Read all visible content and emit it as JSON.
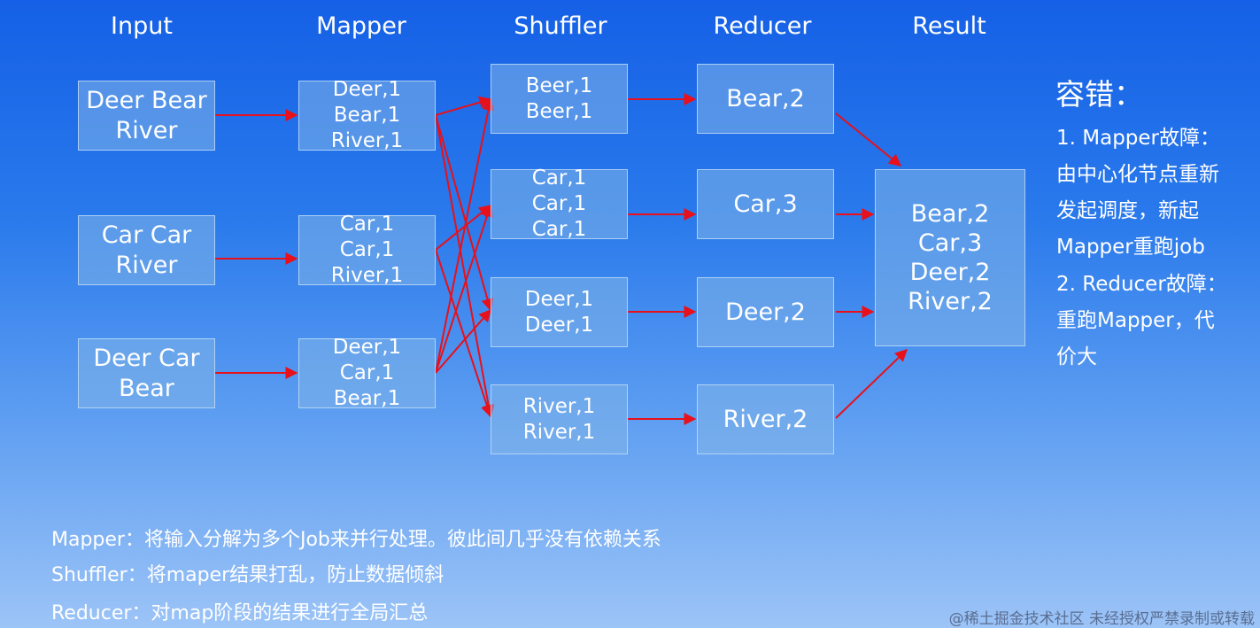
{
  "columns": {
    "input": "Input",
    "mapper": "Mapper",
    "shuffler": "Shuffler",
    "reducer": "Reducer",
    "result": "Result"
  },
  "inputs": [
    [
      "Deer Bear",
      "River"
    ],
    [
      "Car Car",
      "River"
    ],
    [
      "Deer Car",
      "Bear"
    ]
  ],
  "mappers": [
    [
      "Deer,1",
      "Bear,1",
      "River,1"
    ],
    [
      "Car,1",
      "Car,1",
      "River,1"
    ],
    [
      "Deer,1",
      "Car,1",
      "Bear,1"
    ]
  ],
  "shufflers": [
    [
      "Beer,1",
      "Beer,1"
    ],
    [
      "Car,1",
      "Car,1",
      "Car,1"
    ],
    [
      "Deer,1",
      "Deer,1"
    ],
    [
      "River,1",
      "River,1"
    ]
  ],
  "reducers": [
    "Bear,2",
    "Car,3",
    "Deer,2",
    "River,2"
  ],
  "result": [
    "Bear,2",
    "Car,3",
    "Deer,2",
    "River,2"
  ],
  "fault_tolerance": {
    "title": "容错：",
    "lines": [
      "1. Mapper故障：",
      "由中心化节点重新",
      "发起调度，新起",
      "Mapper重跑job",
      "2. Reducer故障：",
      "重跑Mapper，代",
      "价大"
    ]
  },
  "notes": [
    "Mapper：将输入分解为多个Job来并行处理。彼此间几乎没有依赖关系",
    "Shuffler：将maper结果打乱，防止数据倾斜",
    "Reducer：对map阶段的结果进行全局汇总"
  ],
  "watermark": "@稀土掘金技术社区 未经授权严禁录制或转载",
  "colors": {
    "arrow": "#e8101a"
  }
}
